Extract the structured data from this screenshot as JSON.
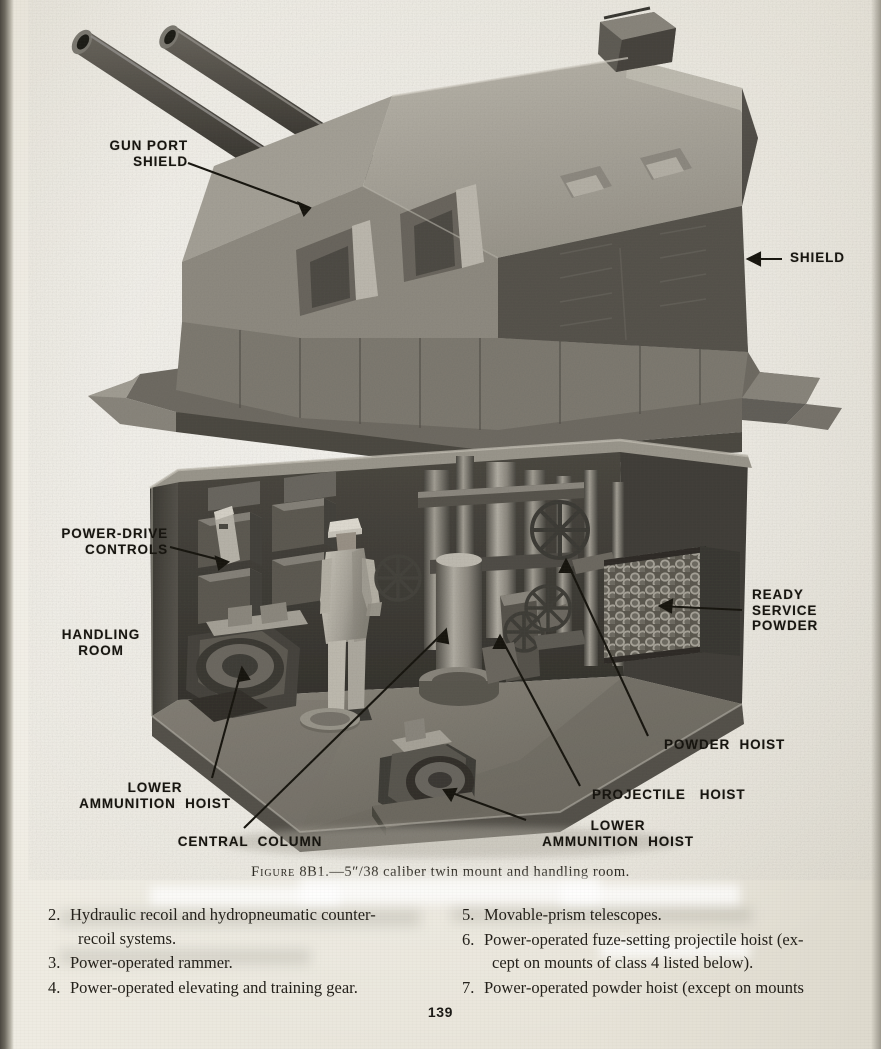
{
  "page": {
    "number": "139",
    "paper_color": "#ece9e0",
    "ink_color": "#23201a"
  },
  "figure": {
    "caption_label": "Figure",
    "caption_text": "8B1.—5″/38 caliber twin mount and handling room.",
    "caption_full": "Figure 8B1.—5″/38 caliber twin mount and handling room.",
    "subject": "5-inch 38 caliber twin gun mount cutaway with handling room",
    "callouts": [
      {
        "id": "gun-port-shield",
        "text": "GUN PORT\nSHIELD",
        "align": "right"
      },
      {
        "id": "shield",
        "text": "SHIELD",
        "align": "left"
      },
      {
        "id": "power-drive-controls",
        "text": "POWER-DRIVE\nCONTROLS",
        "align": "right"
      },
      {
        "id": "handling-room",
        "text": "HANDLING\nROOM",
        "align": "center"
      },
      {
        "id": "ready-service-powder",
        "text": "READY\nSERVICE\nPOWDER",
        "align": "left"
      },
      {
        "id": "powder-hoist",
        "text": "POWDER  HOIST",
        "align": "left"
      },
      {
        "id": "projectile-hoist",
        "text": "PROJECTILE   HOIST",
        "align": "left"
      },
      {
        "id": "lower-ammunition-hoist-left",
        "text": "LOWER\nAMMUNITION  HOIST",
        "align": "center"
      },
      {
        "id": "central-column",
        "text": "CENTRAL  COLUMN",
        "align": "center"
      },
      {
        "id": "lower-ammunition-hoist-right",
        "text": "LOWER\nAMMUNITION  HOIST",
        "align": "center"
      }
    ]
  },
  "list": {
    "left_column": [
      {
        "number": "2.",
        "text": "Hydraulic recoil and hydropneumatic counter-",
        "continuation": "recoil systems."
      },
      {
        "number": "3.",
        "text": "Power-operated rammer.",
        "continuation": ""
      },
      {
        "number": "4.",
        "text": "Power-operated elevating and training gear.",
        "continuation": ""
      }
    ],
    "right_column": [
      {
        "number": "5.",
        "text": "Movable-prism telescopes.",
        "continuation": ""
      },
      {
        "number": "6.",
        "text": "Power-operated fuze-setting projectile hoist (ex-",
        "continuation": "cept on mounts of class 4 listed below)."
      },
      {
        "number": "7.",
        "text": "Power-operated powder hoist (except on mounts",
        "continuation": ""
      }
    ]
  }
}
